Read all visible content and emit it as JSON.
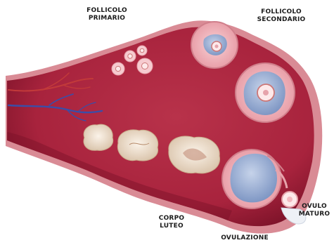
{
  "labels": {
    "follicolo_primario": [
      "FOLLICOLO",
      "PRIMARIO"
    ],
    "follicolo_secondario": [
      "FOLLICOLO",
      "SECONDARIO"
    ],
    "corpo_luteo": [
      "CORPO",
      "LUTEO"
    ],
    "ovulazione": "OVULAZIONE",
    "ovulo_maturo": [
      "OVULO",
      "MATURO"
    ]
  },
  "colors": {
    "ovary_tissue": "#a8233d",
    "ovary_shadow": "#7a1228",
    "rim": "#d98b95",
    "follicle_pink": "#f3b9c0",
    "antrum_blue": "#9fb4d6",
    "oocyte": "#fde9ea",
    "corpus_luteum": "#efe0cf",
    "vessel_red": "#c23a3a",
    "vessel_blue": "#3a4ea8"
  }
}
